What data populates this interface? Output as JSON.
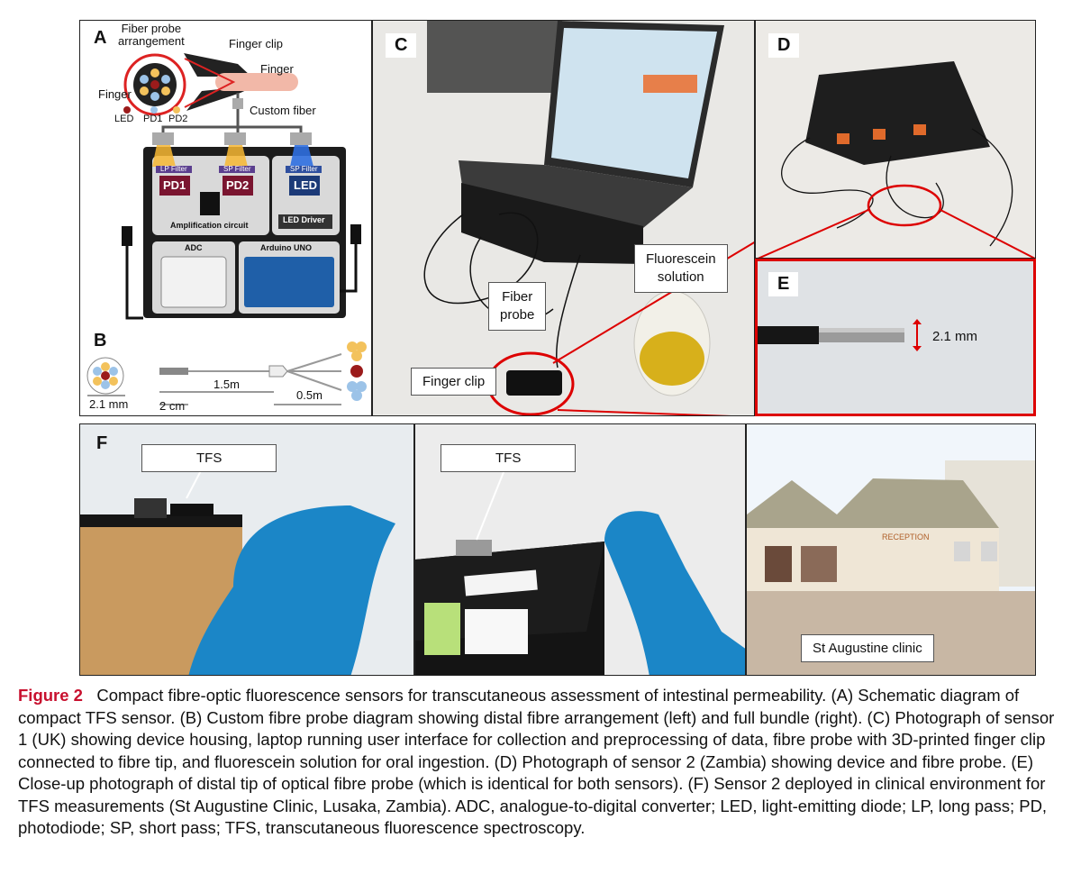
{
  "panel_a": {
    "label": "A",
    "fiber_probe_arrangement": "Fiber probe\narrangement",
    "finger_clip": "Finger clip",
    "finger_top": "Finger",
    "finger_left": "Finger",
    "legend": {
      "led": "LED",
      "pd1": "PD1",
      "pd2": "PD2"
    },
    "custom_fiber": "Custom fiber",
    "lp_filter": "LP Filter",
    "sp_filter_1": "SP Filter",
    "sp_filter_2": "SP Filter",
    "pd1": "PD1",
    "pd2": "PD2",
    "led": "LED",
    "amplification": "Amplification circuit",
    "led_driver": "LED Driver",
    "adc": "ADC",
    "arduino": "Arduino UNO"
  },
  "panel_b": {
    "label": "B",
    "diameter": "2.1 mm",
    "len_1_5": "1.5m",
    "len_2cm": "2 cm",
    "len_0_5": "0.5m"
  },
  "panel_c": {
    "label": "C",
    "fluorescein": "Fluorescein\nsolution",
    "fiber_probe": "Fiber\nprobe",
    "finger_clip": "Finger clip"
  },
  "panel_d": {
    "label": "D"
  },
  "panel_e": {
    "label": "E",
    "measurement": "2.1 mm"
  },
  "panel_f": {
    "label": "F",
    "tfs_1": "TFS",
    "tfs_2": "TFS",
    "clinic": "St Augustine clinic",
    "reception_sign": "RECEPTION"
  },
  "caption": {
    "figure_label": "Figure 2",
    "text": "Compact fibre-optic fluorescence sensors for transcutaneous assessment of intestinal permeability. (A) Schematic diagram of compact TFS sensor. (B) Custom fibre probe diagram showing distal fibre arrangement (left) and full bundle (right). (C) Photograph of sensor 1 (UK) showing device housing, laptop running user interface for collection and preprocessing of data, fibre probe with 3D-printed finger clip connected to fibre tip, and fluorescein solution for oral ingestion. (D) Photograph of sensor 2 (Zambia) showing device and fibre probe. (E) Close-up photograph of distal tip of optical fibre probe (which is identical for both sensors). (F) Sensor 2 deployed in clinical environment for TFS measurements (St Augustine Clinic, Lusaka, Zambia). ADC, analogue-to-digital converter; LED, light-emitting diode; LP, long pass; PD, photodiode; SP, short pass; TFS, transcutaneous fluorescence spectroscopy."
  },
  "colors": {
    "caption_accent": "#c8102e",
    "device_body": "#1c1c1c",
    "pd_box": "#7a1530",
    "led_box": "#1c3a78"
  }
}
